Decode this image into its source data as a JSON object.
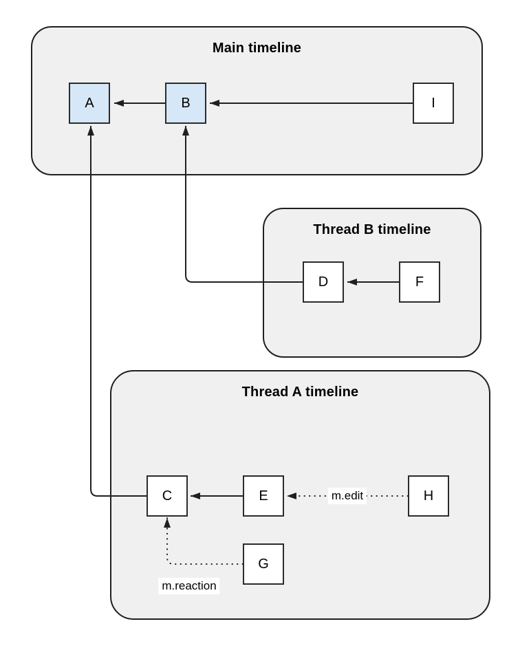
{
  "theme": {
    "container_fill": "#f0f0f0",
    "accent_node_fill": "#d6e7f8",
    "node_fill": "#ffffff",
    "node_stroke": "#2b2b2b",
    "stroke": "#1f1f1f"
  },
  "diagram": {
    "containers": [
      {
        "id": "main",
        "title": "Main timeline"
      },
      {
        "id": "thread-b",
        "title": "Thread B timeline"
      },
      {
        "id": "thread-a",
        "title": "Thread A timeline"
      }
    ],
    "nodes": [
      {
        "id": "A",
        "label": "A",
        "container": "main",
        "highlighted": true
      },
      {
        "id": "B",
        "label": "B",
        "container": "main",
        "highlighted": true
      },
      {
        "id": "I",
        "label": "I",
        "container": "main",
        "highlighted": false
      },
      {
        "id": "D",
        "label": "D",
        "container": "thread-b",
        "highlighted": false
      },
      {
        "id": "F",
        "label": "F",
        "container": "thread-b",
        "highlighted": false
      },
      {
        "id": "C",
        "label": "C",
        "container": "thread-a",
        "highlighted": false
      },
      {
        "id": "E",
        "label": "E",
        "container": "thread-a",
        "highlighted": false
      },
      {
        "id": "H",
        "label": "H",
        "container": "thread-a",
        "highlighted": false
      },
      {
        "id": "G",
        "label": "G",
        "container": "thread-a",
        "highlighted": false
      }
    ],
    "edges": [
      {
        "from": "B",
        "to": "A",
        "style": "solid",
        "label": ""
      },
      {
        "from": "I",
        "to": "B",
        "style": "solid",
        "label": ""
      },
      {
        "from": "F",
        "to": "D",
        "style": "solid",
        "label": ""
      },
      {
        "from": "D",
        "to": "B",
        "style": "solid",
        "label": ""
      },
      {
        "from": "E",
        "to": "C",
        "style": "solid",
        "label": ""
      },
      {
        "from": "H",
        "to": "E",
        "style": "dotted",
        "label": "m.edit"
      },
      {
        "from": "C",
        "to": "A",
        "style": "solid",
        "label": ""
      },
      {
        "from": "G",
        "to": "C",
        "style": "dotted",
        "label": "m.reaction"
      }
    ]
  }
}
